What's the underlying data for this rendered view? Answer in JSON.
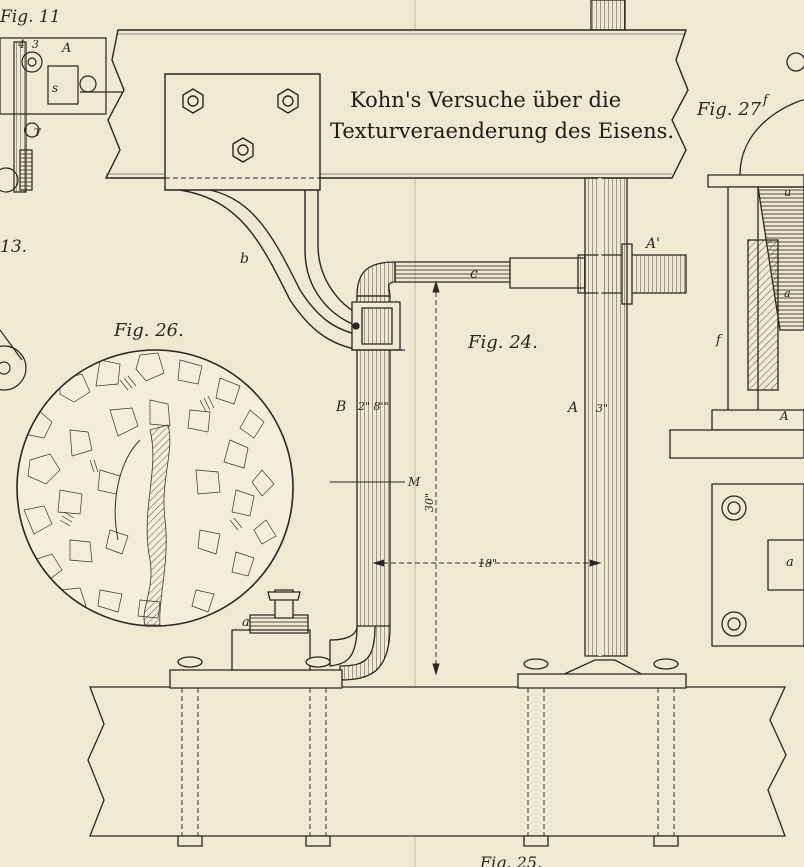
{
  "title": {
    "line1": "Kohn's Versuche über die",
    "line2": "Texturveraenderung des Eisens."
  },
  "figures": {
    "fig11": "Fig. 11",
    "fig13": "13.",
    "fig24": "Fig. 24.",
    "fig26": "Fig. 26.",
    "fig27": "Fig. 27",
    "fig25": "Fig. 25."
  },
  "labels": {
    "A": "A",
    "A_prime": "A'",
    "B": "B",
    "M": "M",
    "a": "a",
    "b": "b",
    "c": "c",
    "f": "f",
    "u": "u",
    "s": "s",
    "T": "T",
    "num4": "4",
    "num3": "3"
  },
  "dimensions": {
    "pipe_B": "2\" 8'\"",
    "column_A": "3\"",
    "height": "30\"",
    "span": "18\""
  },
  "colors": {
    "paper": "#efe8d3",
    "ink": "#2a2620"
  }
}
